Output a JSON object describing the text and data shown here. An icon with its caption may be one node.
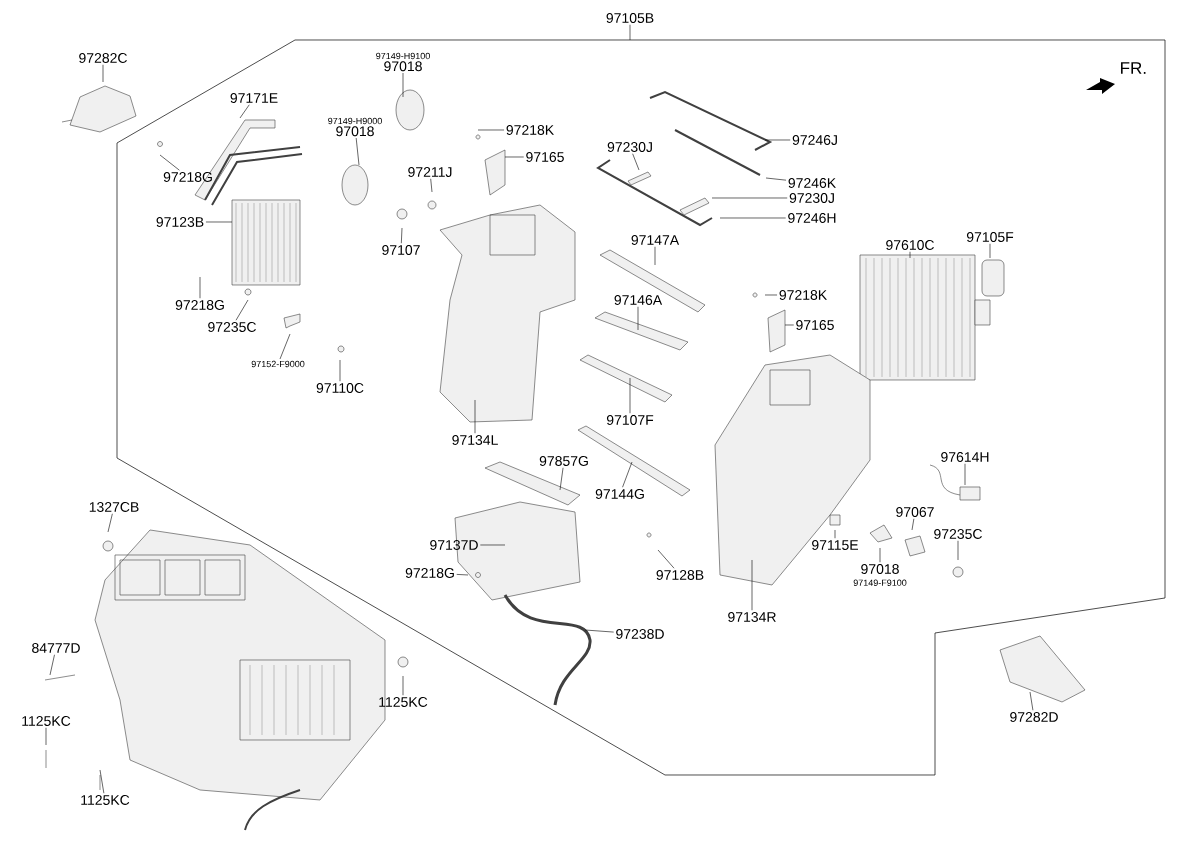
{
  "diagram": {
    "nodes": [
      {
        "text": [
          "97105B"
        ]
      },
      {
        "text": [
          "97282C"
        ]
      },
      {
        "text": [
          "97171E"
        ]
      },
      {
        "text": [
          "97218G"
        ]
      },
      {
        "text": [
          "97123B"
        ]
      },
      {
        "text": [
          "97149-H9100",
          "97018"
        ]
      },
      {
        "text": [
          "97149-H9000",
          "97018"
        ]
      },
      {
        "text": [
          "97211J"
        ]
      },
      {
        "text": [
          "97107"
        ]
      },
      {
        "text": [
          "97218K"
        ]
      },
      {
        "text": [
          "97165"
        ]
      },
      {
        "text": [
          "97230J"
        ]
      },
      {
        "text": [
          "97246J"
        ]
      },
      {
        "text": [
          "97246K"
        ]
      },
      {
        "text": [
          "97230J"
        ]
      },
      {
        "text": [
          "97246H"
        ]
      },
      {
        "text": [
          "97105F"
        ]
      },
      {
        "text": [
          "97610C"
        ]
      },
      {
        "text": [
          "97147A"
        ]
      },
      {
        "text": [
          "97146A"
        ]
      },
      {
        "text": [
          "97218K"
        ]
      },
      {
        "text": [
          "97165"
        ]
      },
      {
        "text": [
          "97218G"
        ]
      },
      {
        "text": [
          "97235C"
        ]
      },
      {
        "text": [
          "97152-F9000"
        ]
      },
      {
        "text": [
          "97110C"
        ]
      },
      {
        "text": [
          "97134L"
        ]
      },
      {
        "text": [
          "97107F"
        ]
      },
      {
        "text": [
          "97857G"
        ]
      },
      {
        "text": [
          "97144G"
        ]
      },
      {
        "text": [
          "97614H"
        ]
      },
      {
        "text": [
          "97067"
        ]
      },
      {
        "text": [
          "97235C"
        ]
      },
      {
        "text": [
          "97115E"
        ]
      },
      {
        "text": [
          "97018",
          "97149-F9100"
        ]
      },
      {
        "text": [
          "97128B"
        ]
      },
      {
        "text": [
          "97134R"
        ]
      },
      {
        "text": [
          "97137D"
        ]
      },
      {
        "text": [
          "97218G"
        ]
      },
      {
        "text": [
          "97238D"
        ]
      },
      {
        "text": [
          "1327CB"
        ]
      },
      {
        "text": [
          "84777D"
        ]
      },
      {
        "text": [
          "1125KC"
        ]
      },
      {
        "text": [
          "1125KC"
        ]
      },
      {
        "text": [
          "1125KC"
        ]
      },
      {
        "text": [
          "97282D"
        ]
      }
    ],
    "edges": [
      {
        "from": 0,
        "to": null,
        "arrow": "none"
      },
      {
        "from": 1,
        "to": null,
        "arrow": "none"
      },
      {
        "from": 2,
        "to": null,
        "arrow": "none"
      },
      {
        "from": 3,
        "to": null,
        "arrow": "none"
      },
      {
        "from": 4,
        "to": null,
        "arrow": "none"
      },
      {
        "from": 5,
        "to": null,
        "arrow": "none"
      },
      {
        "from": 6,
        "to": null,
        "arrow": "none"
      },
      {
        "from": 7,
        "to": null,
        "arrow": "none"
      },
      {
        "from": 8,
        "to": null,
        "arrow": "none"
      },
      {
        "from": 9,
        "to": null,
        "arrow": "none"
      },
      {
        "from": 10,
        "to": null,
        "arrow": "none"
      },
      {
        "from": 11,
        "to": null,
        "arrow": "none"
      },
      {
        "from": 12,
        "to": null,
        "arrow": "none"
      },
      {
        "from": 13,
        "to": null,
        "arrow": "none"
      },
      {
        "from": 14,
        "to": null,
        "arrow": "none"
      },
      {
        "from": 15,
        "to": null,
        "arrow": "none"
      },
      {
        "from": 16,
        "to": null,
        "arrow": "none"
      },
      {
        "from": 17,
        "to": null,
        "arrow": "none"
      },
      {
        "from": 18,
        "to": null,
        "arrow": "none"
      },
      {
        "from": 19,
        "to": null,
        "arrow": "none"
      },
      {
        "from": 20,
        "to": null,
        "arrow": "none"
      },
      {
        "from": 21,
        "to": null,
        "arrow": "none"
      },
      {
        "from": 22,
        "to": null,
        "arrow": "none"
      },
      {
        "from": 23,
        "to": null,
        "arrow": "none"
      },
      {
        "from": 24,
        "to": null,
        "arrow": "none"
      },
      {
        "from": 25,
        "to": null,
        "arrow": "none"
      },
      {
        "from": 26,
        "to": null,
        "arrow": "none"
      },
      {
        "from": 27,
        "to": null,
        "arrow": "none"
      },
      {
        "from": 28,
        "to": null,
        "arrow": "none"
      },
      {
        "from": 29,
        "to": null,
        "arrow": "none"
      },
      {
        "from": 30,
        "to": null,
        "arrow": "none"
      },
      {
        "from": 31,
        "to": null,
        "arrow": "none"
      },
      {
        "from": 32,
        "to": null,
        "arrow": "none"
      },
      {
        "from": 33,
        "to": null,
        "arrow": "none"
      },
      {
        "from": 34,
        "to": null,
        "arrow": "none"
      },
      {
        "from": 35,
        "to": null,
        "arrow": "none"
      },
      {
        "from": 36,
        "to": null,
        "arrow": "none"
      },
      {
        "from": 37,
        "to": null,
        "arrow": "none"
      },
      {
        "from": 38,
        "to": null,
        "arrow": "none"
      },
      {
        "from": 39,
        "to": null,
        "arrow": "none"
      },
      {
        "from": 40,
        "to": null,
        "arrow": "none"
      },
      {
        "from": 41,
        "to": null,
        "arrow": "none"
      },
      {
        "from": 42,
        "to": null,
        "arrow": "none"
      },
      {
        "from": 43,
        "to": null,
        "arrow": "none"
      },
      {
        "from": 44,
        "to": null,
        "arrow": "none"
      },
      {
        "from": 45,
        "to": null,
        "arrow": "none"
      }
    ],
    "labels": [
      "FR."
    ]
  }
}
